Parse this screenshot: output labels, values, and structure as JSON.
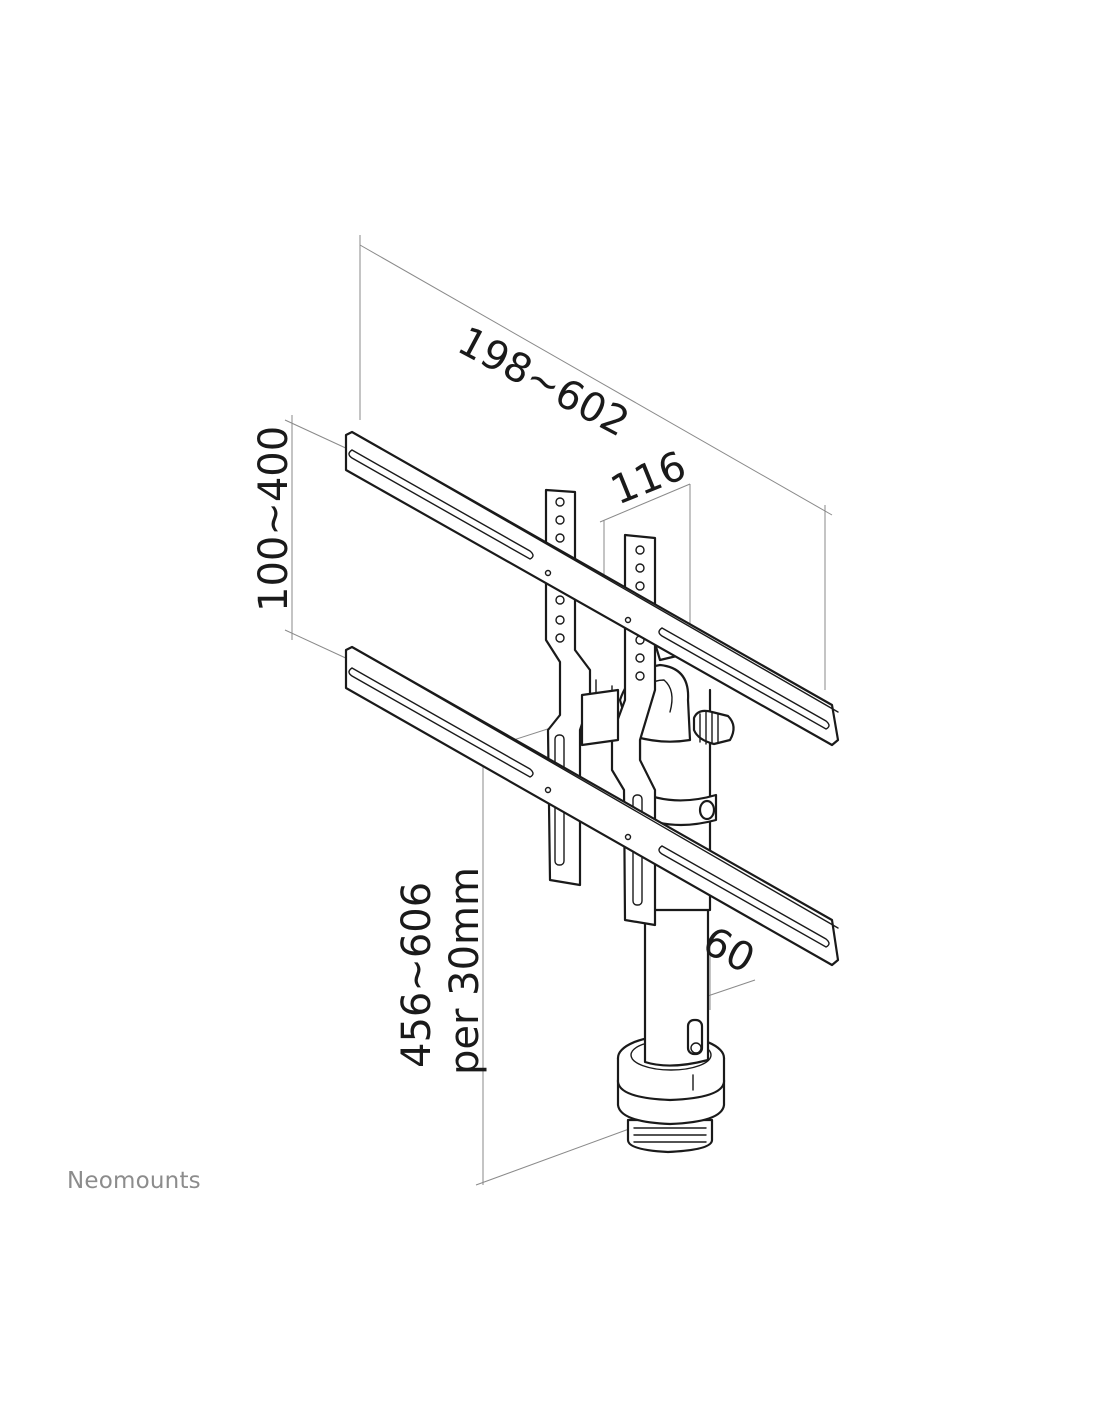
{
  "brand": "Neomounts",
  "dimensions": {
    "width_range": "198~602",
    "spacing": "116",
    "height_range": "100~400",
    "pole_height": "456~606",
    "pole_step": "per 30mm",
    "pole_diameter": "60"
  },
  "colors": {
    "line": "#1a1a1a",
    "dimension_line": "#8a8a8a",
    "brand_text": "#8c8c8c"
  }
}
